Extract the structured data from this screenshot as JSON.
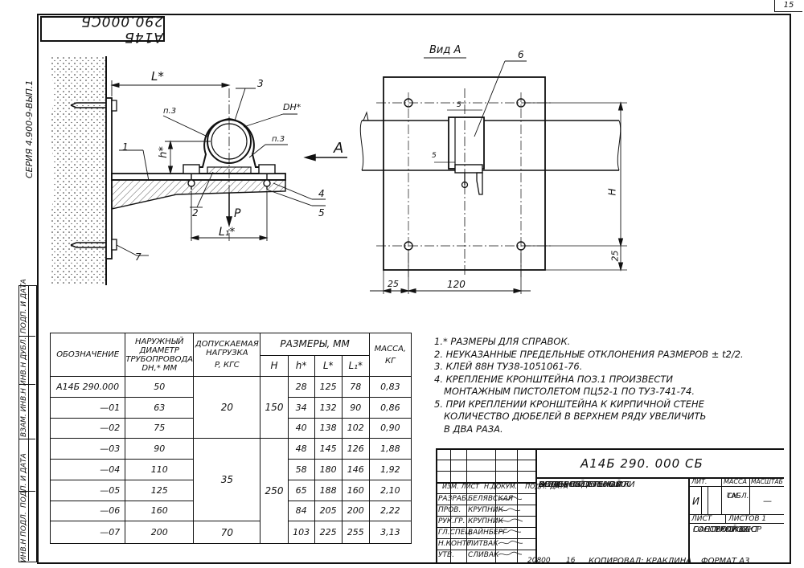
{
  "sheet_number": "15",
  "drawing_code": "А14Б 290.000СБ",
  "series": "СЕРИЯ 4.900-9-ВЫП.1",
  "left_margin": [
    "ИНВ.Н ПОДЛ.",
    "ПОДП. И ДАТА",
    "ВЗАМ. ИНВ.Н",
    "ИНВ.Н ДУБЛ.",
    "ПОДП. И ДАТА"
  ],
  "drawing": {
    "labels": {
      "L": "L*",
      "dn": "DН*",
      "h": "h*",
      "l1": "L₁*",
      "p": "P",
      "n3a": "п.3",
      "n3b": "п.3",
      "arrowA": "A",
      "c1": "1",
      "c2": "2",
      "c3": "3",
      "c4": "4",
      "c5": "5",
      "c6": "6",
      "c7": "7"
    },
    "view": {
      "title": "Вид А",
      "dim_h": "H",
      "dim_25_right": "25",
      "dim_25_bottom": "25",
      "dim_120": "120",
      "dim_5a": "5",
      "dim_5b": "5"
    }
  },
  "table": {
    "headers": {
      "designation": "ОБОЗНАЧЕНИЕ",
      "diameter": [
        "НАРУЖНЫЙ",
        "ДИАМЕТР",
        "ТРУБОПРОВОДА",
        "DН,* ММ"
      ],
      "load": [
        "ДОПУСКАЕМАЯ",
        "НАГРУЗКА",
        "P, КГС"
      ],
      "sizes": "РАЗМЕРЫ, ММ",
      "mass": [
        "МАССА,",
        "КГ"
      ],
      "H": "H",
      "h": "h*",
      "L": "L*",
      "L1": "L₁*"
    },
    "rows": [
      {
        "designation": "А14Б 290.000",
        "dn": "50",
        "h": "28",
        "L": "125",
        "L1": "78",
        "mass": "0,83"
      },
      {
        "designation": "—01",
        "dn": "63",
        "h": "34",
        "L": "132",
        "L1": "90",
        "mass": "0,86"
      },
      {
        "designation": "—02",
        "dn": "75",
        "h": "40",
        "L": "138",
        "L1": "102",
        "mass": "0,90"
      },
      {
        "designation": "—03",
        "dn": "90",
        "h": "48",
        "L": "145",
        "L1": "126",
        "mass": "1,88"
      },
      {
        "designation": "—04",
        "dn": "110",
        "h": "58",
        "L": "180",
        "L1": "146",
        "mass": "1,92"
      },
      {
        "designation": "—05",
        "dn": "125",
        "h": "65",
        "L": "188",
        "L1": "160",
        "mass": "2,10"
      },
      {
        "designation": "—06",
        "dn": "160",
        "h": "84",
        "L": "205",
        "L1": "200",
        "mass": "2,22"
      },
      {
        "designation": "—07",
        "dn": "200",
        "h": "103",
        "L": "225",
        "L1": "255",
        "mass": "3,13"
      }
    ],
    "load_groups": [
      "20",
      "35",
      "70"
    ],
    "H_groups": [
      "150",
      "250"
    ]
  },
  "notes": [
    "1.* РАЗМЕРЫ ДЛЯ СПРАВОК.",
    "2. НЕУКАЗАННЫЕ ПРЕДЕЛЬНЫЕ ОТКЛОНЕНИЯ РАЗМЕРОВ ± t2/2.",
    "3. КЛЕЙ 88Н ТУ38-1051061-76.",
    "4. КРЕПЛЕНИЕ КРОНШТЕЙНА ПОЗ.1 ПРОИЗВЕСТИ",
    "МОНТАЖНЫМ ПИСТОЛЕТОМ ПЦ52-1 ПО ТУ3-741-74.",
    "5. ПРИ КРЕПЛЕНИИ КРОНШТЕЙНА К КИРПИЧНОЙ СТЕНЕ",
    "КОЛИЧЕСТВО ДЮБЕЛЕЙ В ВЕРХНЕМ РЯДУ УВЕЛИЧИТЬ",
    "В ДВА РАЗА."
  ],
  "title_block": {
    "code": "А14Б 290. 000 СБ",
    "name": [
      "ОПОРА ОТДЕЛЬНАЯ К",
      "БЕТОННОЙ СТЕНЕ ИЛИ",
      "ЖЕЛЕЗОБЕТОННОЙ",
      "КОЛОННЕ DН 50-200"
    ],
    "header_cols": [
      "ИЗМ.",
      "ЛИСТ",
      "Н.ДОКУМ.",
      "ПОДП.",
      "ДАТА"
    ],
    "roles": [
      {
        "role": "РАЗРАБ.",
        "name": "БЕЛЯВСКАЯ"
      },
      {
        "role": "ПРОВ.",
        "name": "КРУПНИК"
      },
      {
        "role": "РУК.ГР.",
        "name": "КРУПНИК"
      },
      {
        "role": "ГЛ.СПЕЦ.",
        "name": "ВАЙНБЕРГ"
      },
      {
        "role": "Н.КОНТР.",
        "name": "ЛИТВАК"
      },
      {
        "role": "УТВ.",
        "name": "СЛИВАК"
      }
    ],
    "lit_label": "ЛИТ.",
    "lit_value": "И",
    "mass_label": "МАССА",
    "mass_value": [
      "СМ.",
      "ТАБЛ."
    ],
    "scale_label": "МАСШТАБ",
    "scale_value": "—",
    "sheet_label": "ЛИСТ",
    "sheets_label": "ЛИСТОВ 1",
    "org": [
      "ГОССТРОЙ СССР",
      "САНТЕХПРОЕКТ",
      "Г. МОСКВА"
    ]
  },
  "footer": {
    "num": "20800",
    "sub": "16",
    "copied": "КОПИРОВАЛ: КРАКЛИНА",
    "format": "ФОРМАТ А3"
  }
}
